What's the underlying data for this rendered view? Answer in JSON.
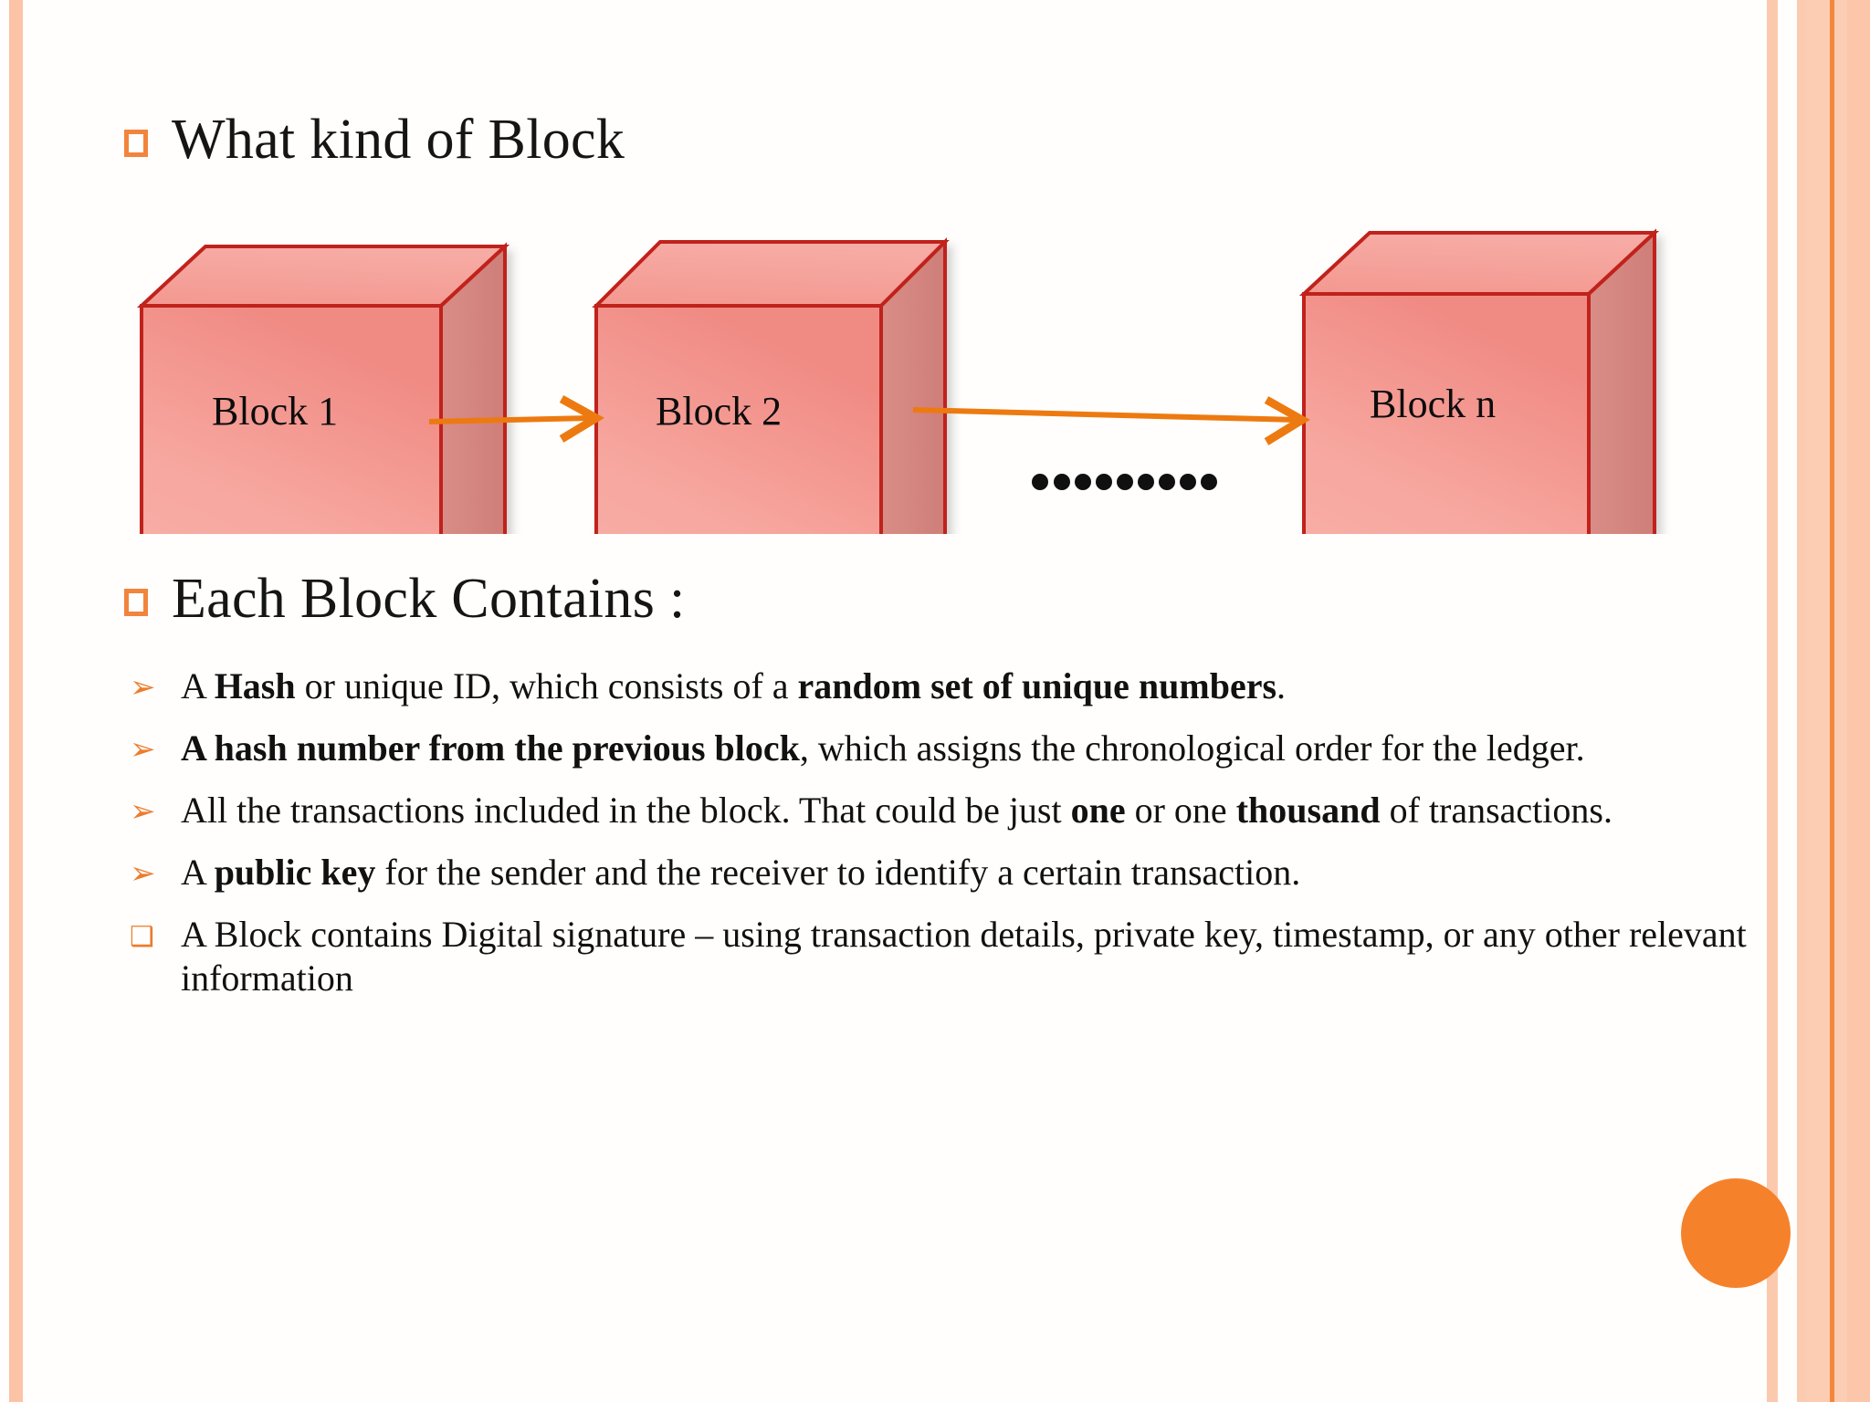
{
  "slide": {
    "background_color": "#fffefc",
    "accent_color": "#f2843c",
    "circle_color": "#f5822b"
  },
  "headings": {
    "title_1": "What kind of Block",
    "title_2": "Each Block Contains :"
  },
  "diagram": {
    "type": "block-chain-diagram",
    "blocks": [
      {
        "label": "Block 1"
      },
      {
        "label": "Block 2"
      },
      {
        "label": "Block n"
      }
    ],
    "ellipsis_dots": 9,
    "arrow_color": "#ed7a10",
    "block_fill": "#f6aaa3",
    "block_stroke": "#c0231c",
    "connectors": [
      {
        "from": "Block 1",
        "to": "Block 2"
      },
      {
        "from": "Block 2",
        "to": "Block n"
      }
    ]
  },
  "bullets": [
    {
      "marker": "arrowhead",
      "parts": [
        {
          "text": "A ",
          "bold": false
        },
        {
          "text": "Hash",
          "bold": true
        },
        {
          "text": " or unique ID, which consists of a ",
          "bold": false
        },
        {
          "text": "random set of unique numbers",
          "bold": true
        },
        {
          "text": ".",
          "bold": false
        }
      ]
    },
    {
      "marker": "arrowhead",
      "parts": [
        {
          "text": " A hash number from the previous block",
          "bold": true
        },
        {
          "text": ", which assigns the chronological order for the ledger.",
          "bold": false
        }
      ]
    },
    {
      "marker": "arrowhead",
      "parts": [
        {
          "text": "All the transactions included in the block. That could be just ",
          "bold": false
        },
        {
          "text": "one",
          "bold": true
        },
        {
          "text": " or one ",
          "bold": false
        },
        {
          "text": "thousand",
          "bold": true
        },
        {
          "text": " of transactions.",
          "bold": false
        }
      ]
    },
    {
      "marker": "arrowhead",
      "parts": [
        {
          "text": "A ",
          "bold": false
        },
        {
          "text": "public key",
          "bold": true
        },
        {
          "text": " for the sender and the receiver to identify a certain transaction.",
          "bold": false
        }
      ]
    },
    {
      "marker": "square",
      "parts": [
        {
          "text": "A Block contains Digital signature – using transaction details, private key, timestamp, or any other  relevant information",
          "bold": false
        }
      ]
    }
  ],
  "markers": {
    "arrowhead": "➢",
    "square": "❑"
  }
}
